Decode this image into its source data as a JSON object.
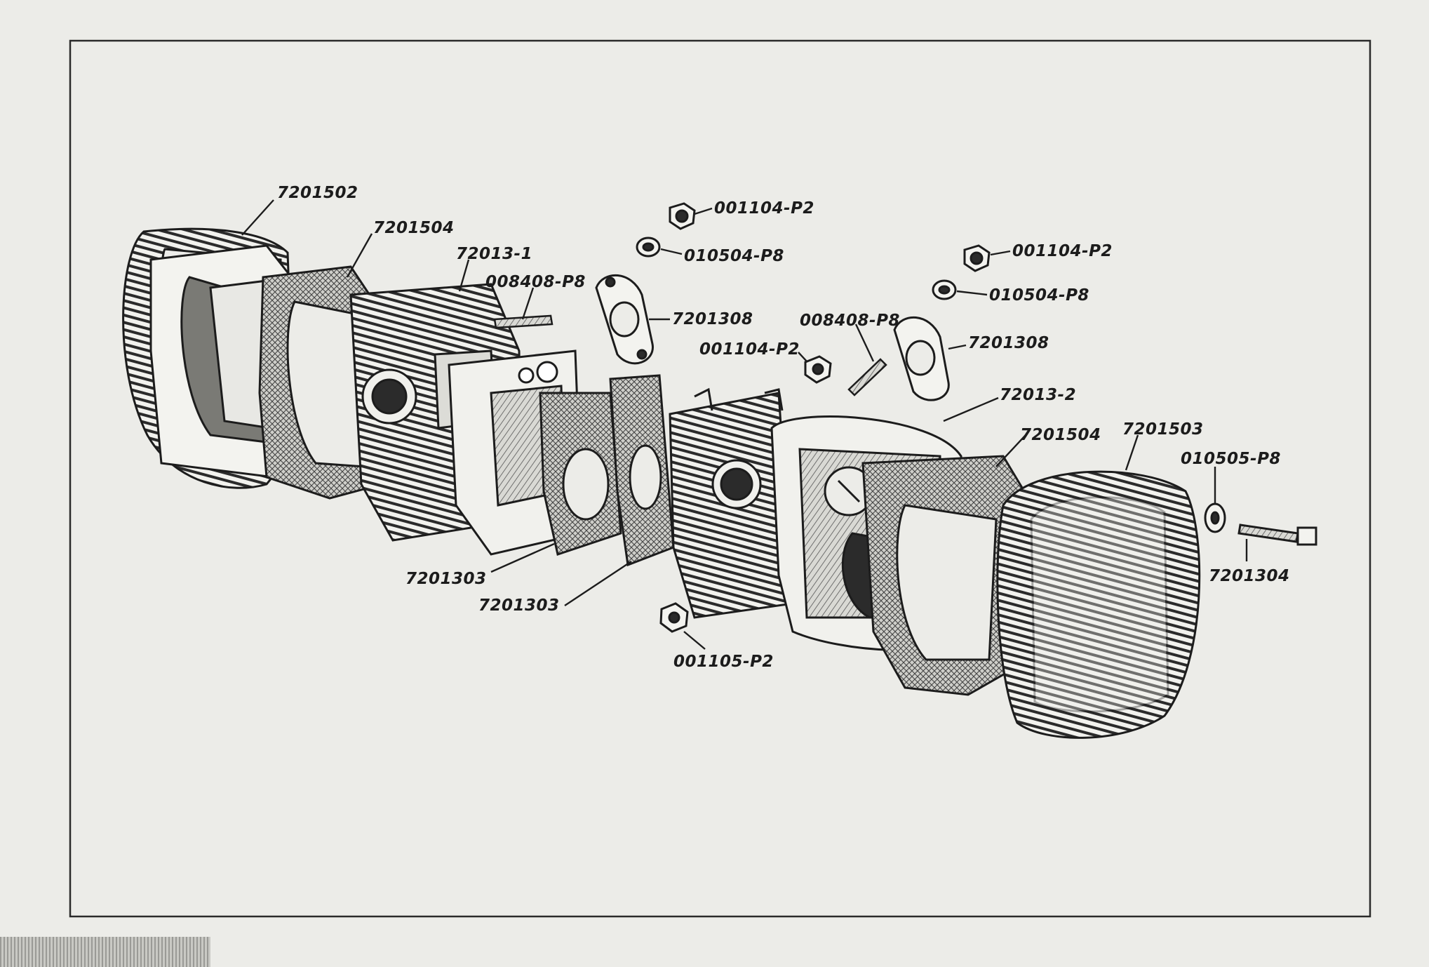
{
  "diagram": {
    "colors": {
      "ink": "#1c1c1c",
      "paper": "#ecece8",
      "shade": "#8d8d88",
      "frame": "#2a2a2a"
    },
    "labels": {
      "head_cover_left": "7201502",
      "gasket_left": "7201504",
      "cylinder_head_left": "72013-1",
      "stud_left": "008408-P8",
      "nut_top_left": "001104-P2",
      "washer_top_left": "010504-P8",
      "flange_gasket_left": "7201308",
      "nut_top_right": "001104-P2",
      "washer_top_right": "010504-P8",
      "stud_right": "008408-P8",
      "flange_gasket_right": "7201308",
      "nut_middle": "001104-P2",
      "cylinder_head_right": "72013-2",
      "gasket_right": "7201504",
      "head_cover_right": "7201503",
      "washer_right": "010505-P8",
      "bolt_right": "7201304",
      "base_gasket_1": "7201303",
      "base_gasket_2": "7201303",
      "nut_bottom": "001105-P2"
    }
  }
}
